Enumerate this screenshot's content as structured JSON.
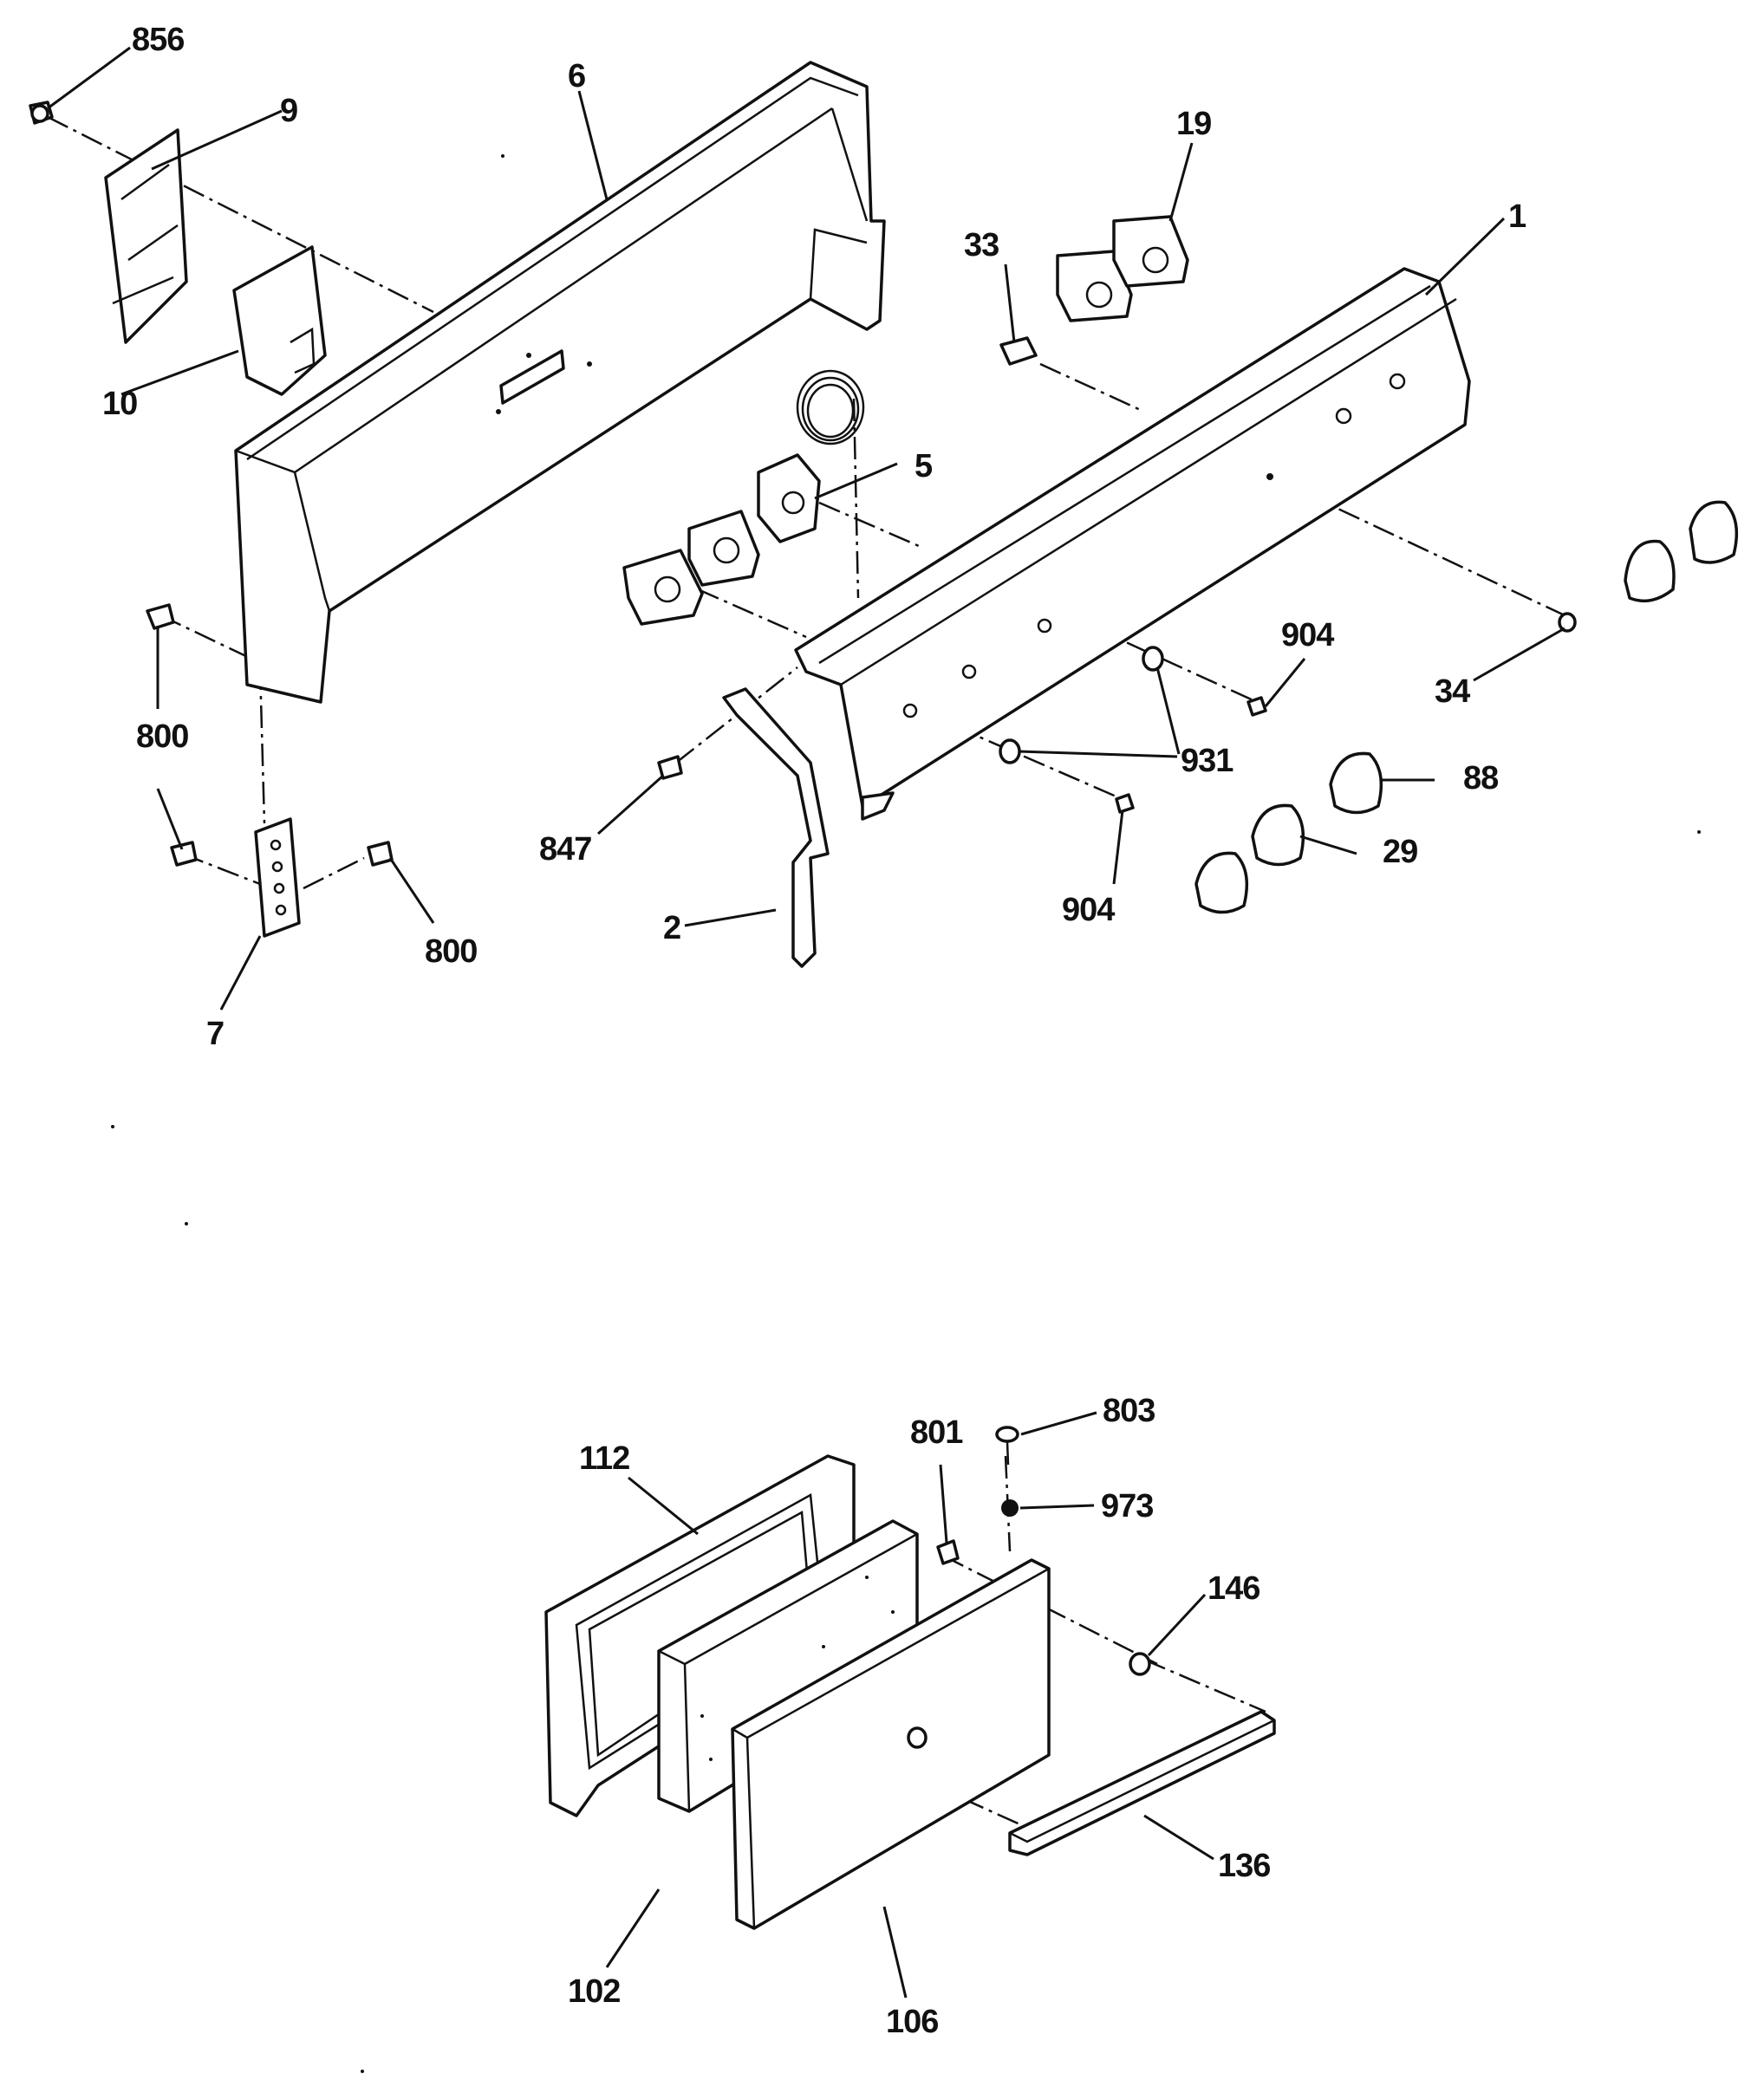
{
  "callouts": {
    "c856": "856",
    "c9": "9",
    "c6": "6",
    "c19": "19",
    "c33": "33",
    "c1": "1",
    "c10": "10",
    "c5": "5",
    "c800a": "800",
    "c904a": "904",
    "c34": "34",
    "c931": "931",
    "c88": "88",
    "c847": "847",
    "c29": "29",
    "c800b": "800",
    "c2": "2",
    "c904b": "904",
    "c7": "7",
    "c112": "112",
    "c801": "801",
    "c803": "803",
    "c973": "973",
    "c146": "146",
    "c136": "136",
    "c102": "102",
    "c106": "106"
  }
}
